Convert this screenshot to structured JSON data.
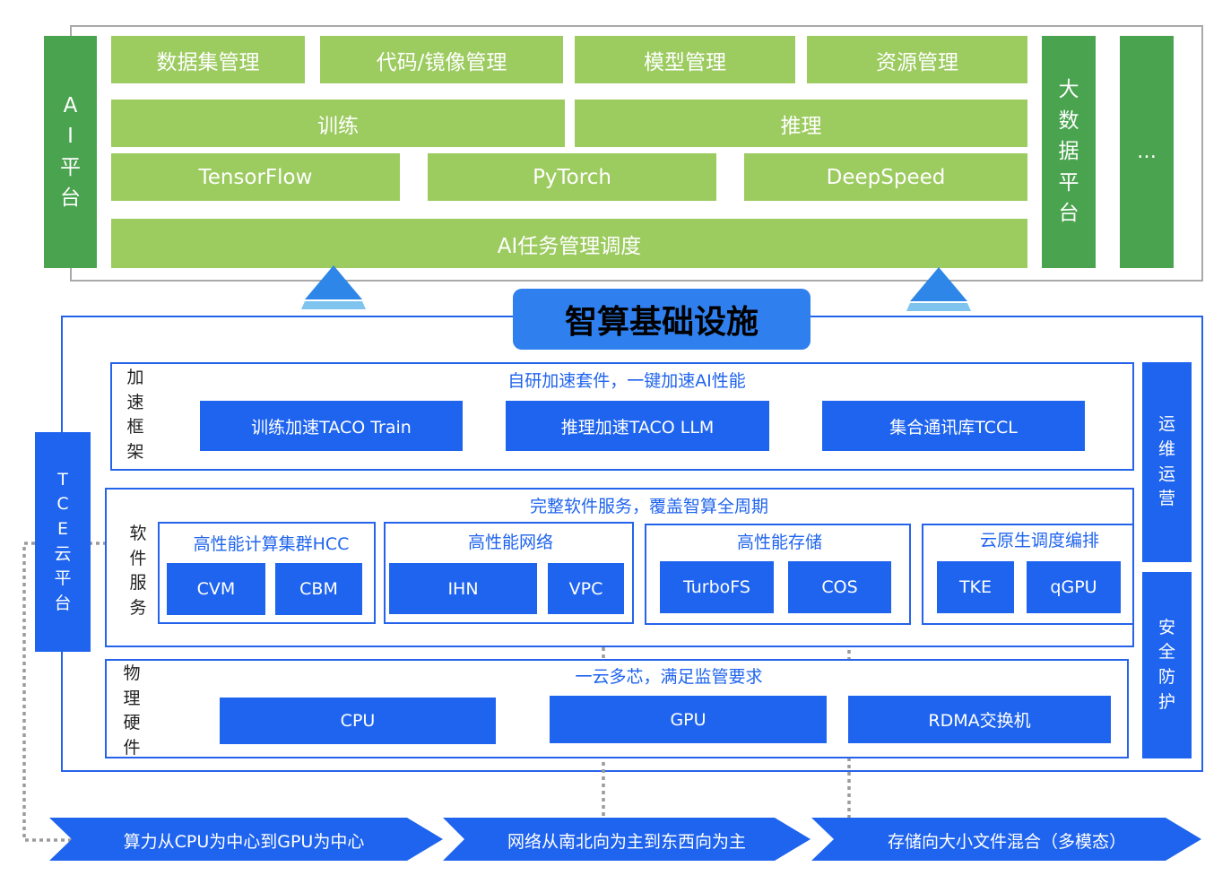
{
  "ai_platform": {
    "side_label": [
      "A",
      "I",
      "平",
      "台"
    ],
    "row1": [
      "数据集管理",
      "代码/镜像管理",
      "模型管理",
      "资源管理"
    ],
    "row2": [
      "训练",
      "推理"
    ],
    "row3": [
      "TensorFlow",
      "PyTorch",
      "DeepSpeed"
    ],
    "row4": "AI任务管理调度",
    "bigdata_label": [
      "大",
      "数",
      "据",
      "平",
      "台"
    ],
    "more": "…"
  },
  "infra": {
    "title": "智算基础设施",
    "tce_label": [
      "T",
      "C",
      "E",
      "云",
      "平",
      "台"
    ],
    "accel": {
      "side": [
        "加",
        "速",
        "框",
        "架"
      ],
      "subtitle": "自研加速套件，一键加速AI性能",
      "items": [
        "训练加速TACO Train",
        "推理加速TACO LLM",
        "集合通讯库TCCL"
      ]
    },
    "software": {
      "side": [
        "软",
        "件",
        "服",
        "务"
      ],
      "subtitle": "完整软件服务，覆盖智算全周期",
      "groups": [
        {
          "title": "高性能计算集群HCC",
          "items": [
            "CVM",
            "CBM"
          ]
        },
        {
          "title": "高性能网络",
          "items": [
            "IHN",
            "VPC"
          ]
        },
        {
          "title": "高性能存储",
          "items": [
            "TurboFS",
            "COS"
          ]
        },
        {
          "title": "云原生调度编排",
          "items": [
            "TKE",
            "qGPU"
          ]
        }
      ]
    },
    "hardware": {
      "side": [
        "物",
        "理",
        "硬",
        "件"
      ],
      "subtitle": "一云多芯，满足监管要求",
      "items": [
        "CPU",
        "GPU",
        "RDMA交换机"
      ]
    },
    "ops_label": [
      "运",
      "维",
      "运",
      "营"
    ],
    "security_label": [
      "安",
      "全",
      "防",
      "护"
    ]
  },
  "trends": [
    "算力从CPU为中心到GPU为中心",
    "网络从南北向为主到东西向为主",
    "存储向大小文件混合（多模态）"
  ],
  "colors": {
    "green_dark": "#4aa34f",
    "green_light": "#9ccb5f",
    "blue": "#1f64ee",
    "title_blue": "#2f80ee",
    "arrow_blue": "#2d86e8"
  }
}
